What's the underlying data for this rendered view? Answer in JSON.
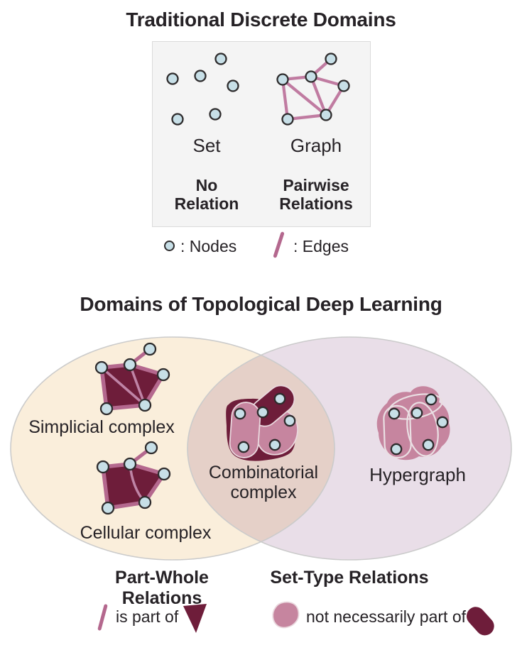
{
  "colors": {
    "ink": "#262226",
    "maroon": "#6e1d3a",
    "edge-pink": "#c07ba1",
    "edge-pink2": "#b4688e",
    "inner-pink": "#bf84a6",
    "blob-pink": "#c6859f",
    "node-fill": "#c7dfe7",
    "node-stroke": "#2e2c2d",
    "box-bg": "#f4f4f4",
    "box-border": "#dbdbdb",
    "cream": "#faeedb",
    "mauve": "#e9dee8",
    "lens": "#e5d0c8",
    "venn-stroke": "#cbcbcb",
    "hyper-line": "#eadfe3",
    "pill-line": "#ead8de"
  },
  "top": {
    "title": "Traditional Discrete Domains",
    "set_label": "Set",
    "graph_label": "Graph",
    "set_caption": "No Relation",
    "graph_caption": "Pairwise Relations",
    "legend_nodes": ": Nodes",
    "legend_edges": ": Edges"
  },
  "bottom": {
    "title": "Domains of Topological Deep Learning",
    "simplicial": "Simplicial complex",
    "cellular": "Cellular complex",
    "combinatorial": "Combinatorial complex",
    "hypergraph": "Hypergraph",
    "part_whole": "Part-Whole Relations",
    "set_type": "Set-Type Relations",
    "legend_part": "is part of",
    "legend_not_part": "not necessarily part of"
  }
}
